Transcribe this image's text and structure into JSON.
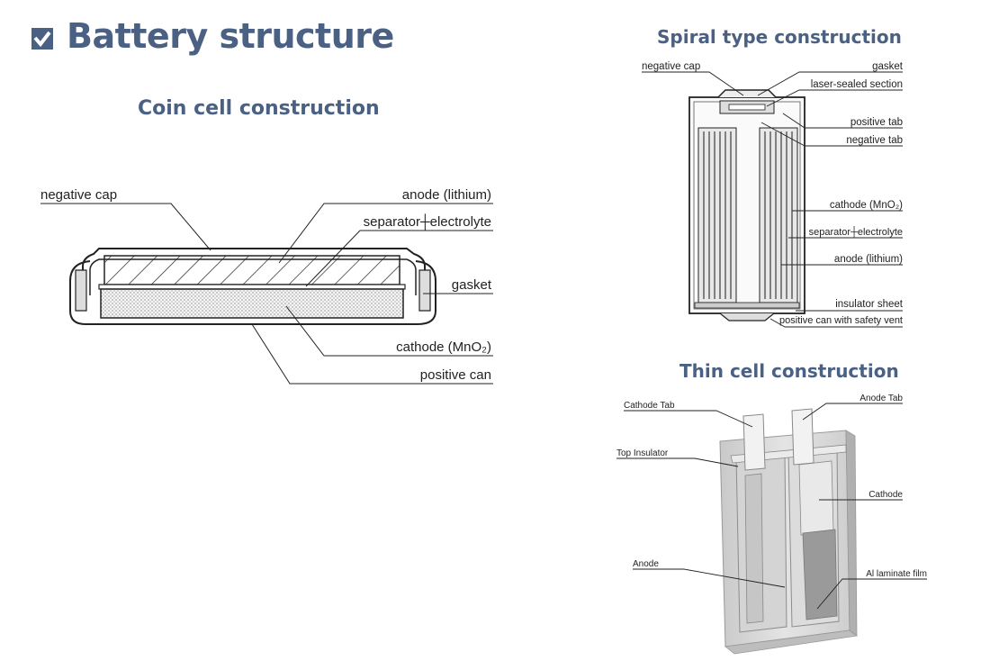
{
  "page": {
    "title": "Battery structure",
    "title_icon": "checkbox-icon",
    "accent_color": "#4b6184"
  },
  "coin": {
    "title": "Coin cell construction",
    "labels": {
      "negative_cap": "negative cap",
      "anode": "anode (lithium)",
      "separator": "separator┼electrolyte",
      "gasket": "gasket",
      "cathode": "cathode (MnO₂)",
      "positive_can": "positive can"
    }
  },
  "spiral": {
    "title": "Spiral type construction",
    "labels": {
      "negative_cap": "negative cap",
      "gasket": "gasket",
      "laser": "laser-sealed section",
      "positive_tab": "positive tab",
      "negative_tab": "negative tab",
      "cathode": "cathode (MnO₂)",
      "separator": "separator┼electrolyte",
      "anode": "anode (lithium)",
      "insulator": "insulator sheet",
      "can": "positive can with safety vent"
    }
  },
  "thin": {
    "title": "Thin cell construction",
    "labels": {
      "cathode_tab": "Cathode Tab",
      "anode_tab": "Anode Tab",
      "top_insulator": "Top Insulator",
      "cathode": "Cathode",
      "anode": "Anode",
      "laminate": "Al laminate film"
    }
  }
}
